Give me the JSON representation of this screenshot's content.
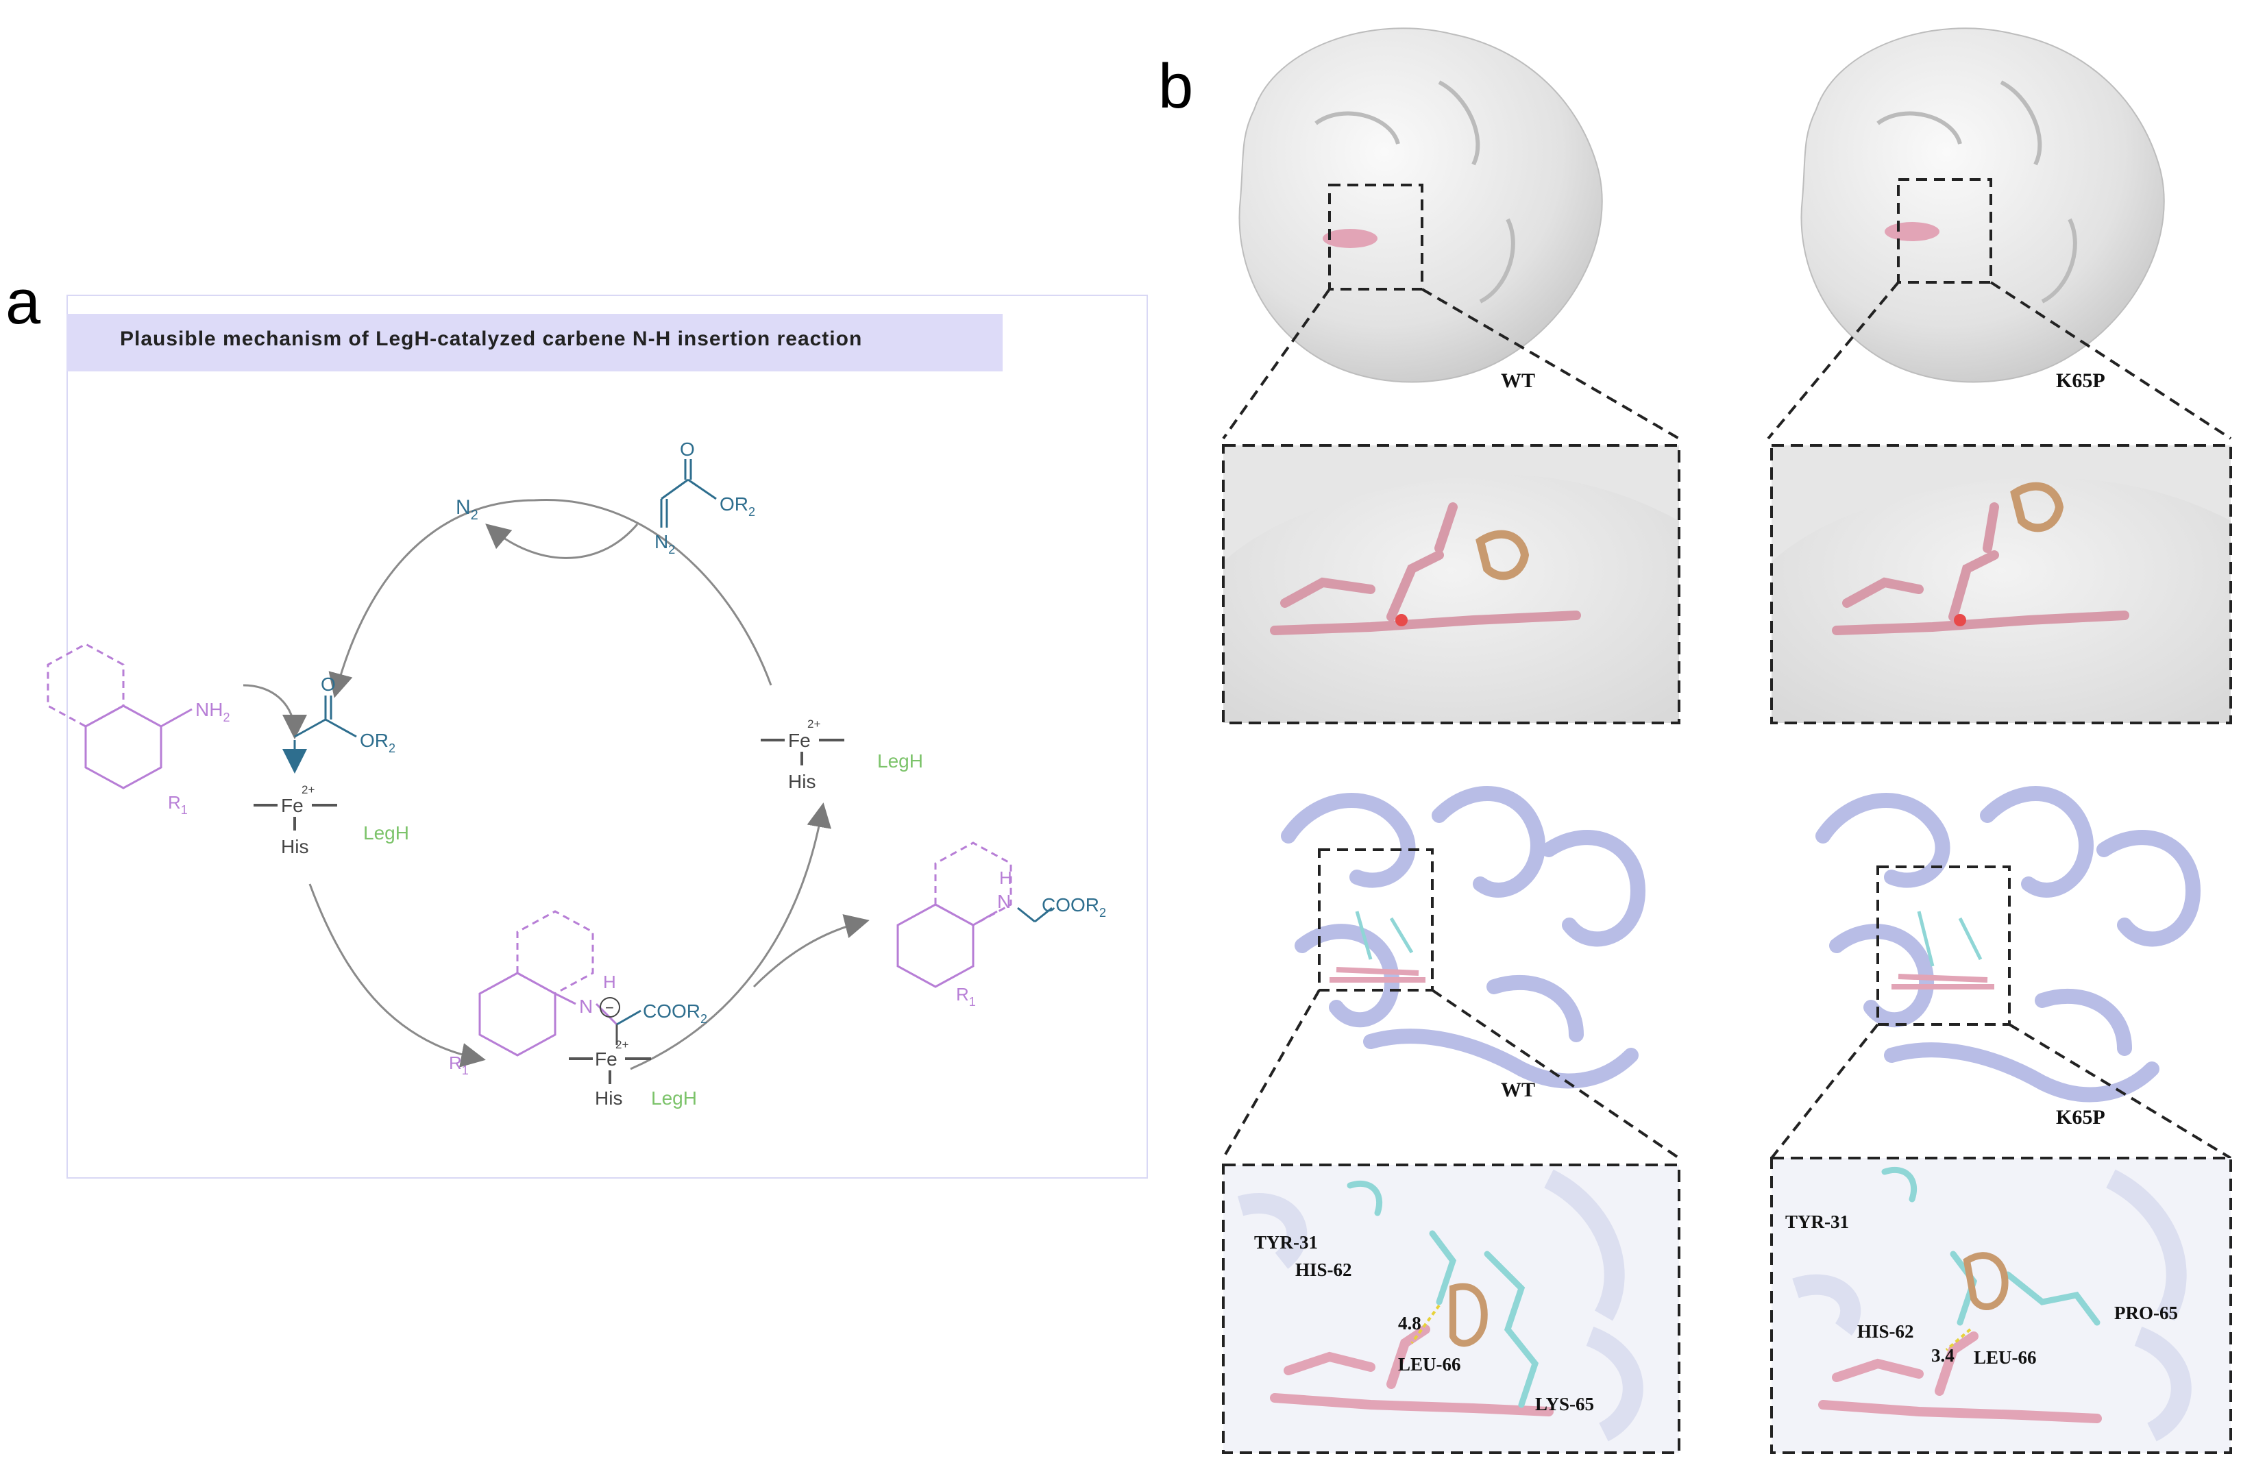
{
  "panel_a": {
    "letter": "a",
    "title": "Plausible mechanism of LegH-catalyzed carbene N-H insertion reaction",
    "n2_label": "N",
    "n2_sub": "2",
    "diazo": {
      "o": "O",
      "or2": "OR",
      "r2sub": "2",
      "n2": "N",
      "n2sub": "2"
    },
    "aniline": {
      "nh2": "NH",
      "nh2sub": "2",
      "r1": "R",
      "r1sub": "1"
    },
    "carbene_ester": {
      "o": "O",
      "or2": "OR",
      "r2sub": "2"
    },
    "fe_left": {
      "fe": "Fe",
      "charge": "2+",
      "his": "His",
      "legh": "LegH"
    },
    "fe_right": {
      "fe": "Fe",
      "charge": "2+",
      "his": "His",
      "legh": "LegH"
    },
    "ylide": {
      "h": "H",
      "n": "N",
      "minus": "−",
      "cooR2": "COOR",
      "r2sub": "2",
      "r1": "R",
      "r1sub": "1",
      "fe": "Fe",
      "charge": "2+",
      "his": "His",
      "legh": "LegH"
    },
    "product": {
      "h": "H",
      "n": "N",
      "cooR2": "COOR",
      "r2sub": "2",
      "r1": "R",
      "r1sub": "1"
    },
    "colors": {
      "teal": "#2e6e8e",
      "purple": "#b77ed6",
      "green": "#7cc36a",
      "gray": "#777777"
    }
  },
  "panel_b": {
    "letter": "b",
    "wt_surface_label": "WT",
    "k65p_surface_label": "K65P",
    "wt_cartoon_label": "WT",
    "k65p_cartoon_label": "K65P",
    "wt_residues": {
      "tyr": "TYR-31",
      "his": "HIS-62",
      "dist": "4.8",
      "leu": "LEU-66",
      "lys": "LYS-65"
    },
    "k65p_residues": {
      "tyr": "TYR-31",
      "his": "HIS-62",
      "dist": "3.4",
      "leu": "LEU-66",
      "pro": "PRO-65"
    },
    "colors": {
      "surface": "#ebebeb",
      "cartoon": "#c6c9ea",
      "heme": "#e2a4b6",
      "ligand": "#d8ad88",
      "residue": "#8fd6d6"
    }
  }
}
